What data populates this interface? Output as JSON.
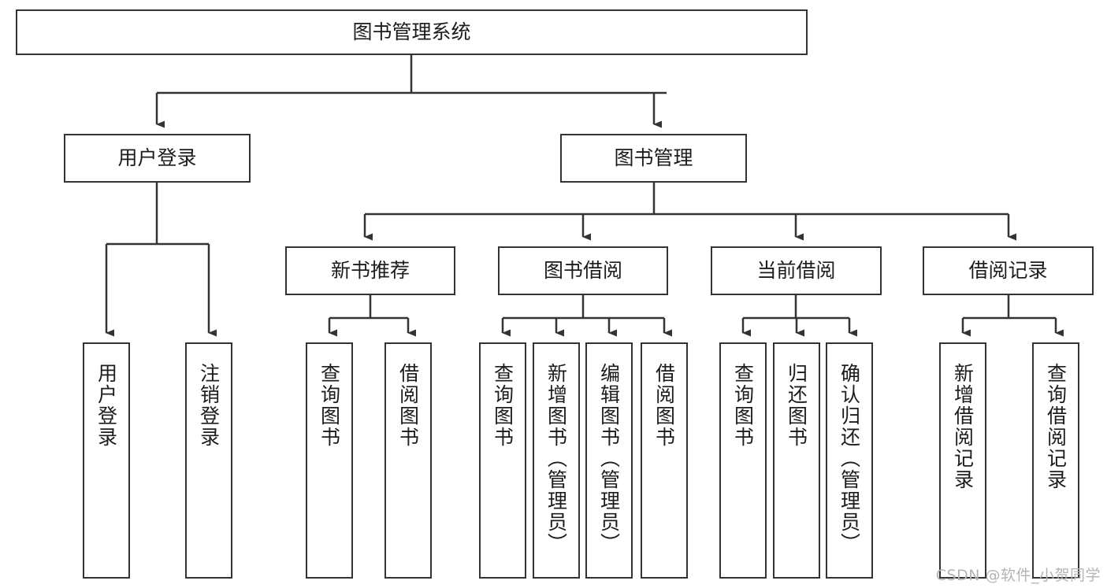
{
  "diagram": {
    "title": "图书管理系统",
    "watermark": "CSDN @软件_小贺同学",
    "colors": {
      "box_border": "#33332f",
      "box_fill": "#ffffff",
      "connector": "#33332f",
      "text": "#1c1c1a",
      "watermark": "#b4b4b4",
      "background": "#ffffff"
    },
    "nodes": {
      "root": {
        "label": "图书管理系统"
      },
      "level2": [
        {
          "label": "用户登录"
        },
        {
          "label": "图书管理"
        }
      ],
      "level3": [
        {
          "label": "新书推荐"
        },
        {
          "label": "图书借阅"
        },
        {
          "label": "当前借阅"
        },
        {
          "label": "借阅记录"
        }
      ],
      "leaves": {
        "user_login": [
          {
            "label": "用户登录"
          },
          {
            "label": "注销登录"
          }
        ],
        "new_book_recommend": [
          {
            "label": "查询图书"
          },
          {
            "label": "借阅图书"
          }
        ],
        "book_borrow": [
          {
            "label": "查询图书"
          },
          {
            "label": "新增图书（管理员）"
          },
          {
            "label": "编辑图书（管理员）"
          },
          {
            "label": "借阅图书"
          }
        ],
        "current_borrow": [
          {
            "label": "查询图书"
          },
          {
            "label": "归还图书"
          },
          {
            "label": "确认归还（管理员）"
          }
        ],
        "borrow_record": [
          {
            "label": "新增借阅记录"
          },
          {
            "label": "查询借阅记录"
          }
        ]
      }
    }
  }
}
